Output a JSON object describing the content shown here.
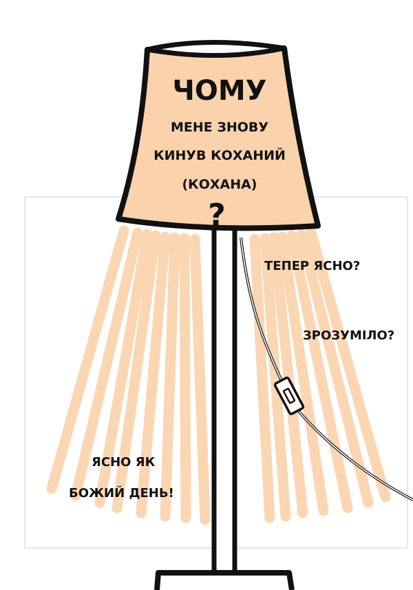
{
  "lampshade": {
    "question": "ЧОМУ",
    "line1": "МЕНЕ ЗНОВУ",
    "line2": "КИНУВ КОХАНИЙ",
    "line3": "(КОХАНА)",
    "mark": "?"
  },
  "captions": {
    "clear_now": "ТЕПЕР ЯСНО?",
    "understood": "ЗРОЗУМІЛО?",
    "reply_line1": "ЯСНО ЯК",
    "reply_line2": "БОЖИЙ ДЕНЬ!"
  },
  "colors": {
    "shade": "#fad3ac",
    "rays": "#fbd6b2",
    "outline": "#111111",
    "backdrop": "#ffffff",
    "backdrop_edge": "#dddddd",
    "cord": "#ffffff"
  }
}
